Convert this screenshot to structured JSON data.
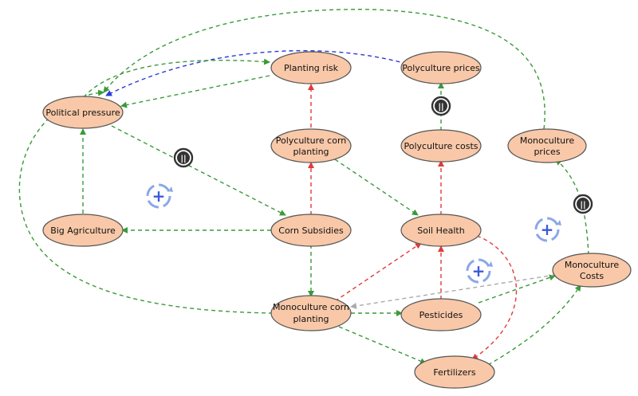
{
  "colors": {
    "node_fill": "#f8c8a8",
    "positive_link": "#3a9a3a",
    "negative_link": "#e23a3a",
    "blue_link": "#2a3ad8",
    "gray_link": "#aaaaaa",
    "loop_marker": "#4a6ad8",
    "balance_marker": "#333333"
  },
  "nodes": {
    "political_pressure": "Political pressure",
    "planting_risk": "Planting risk",
    "polyculture_prices": "Polyculture prices",
    "polyculture_corn_planting": [
      "Polyculture corn",
      "planting"
    ],
    "polyculture_costs": "Polyculture costs",
    "monoculture_prices": [
      "Monoculture",
      "prices"
    ],
    "big_agriculture": "Big Agriculture",
    "corn_subsidies": "Corn Subsidies",
    "soil_health": "Soil Health",
    "monoculture_costs": [
      "Monoculture",
      "Costs"
    ],
    "monoculture_corn_planting": [
      "Monoculture corn",
      "planting"
    ],
    "pesticides": "Pesticides",
    "fertilizers": "Fertilizers"
  },
  "loop_markers": {
    "reinforcing_symbol": "+",
    "balancing_symbol": "||"
  }
}
